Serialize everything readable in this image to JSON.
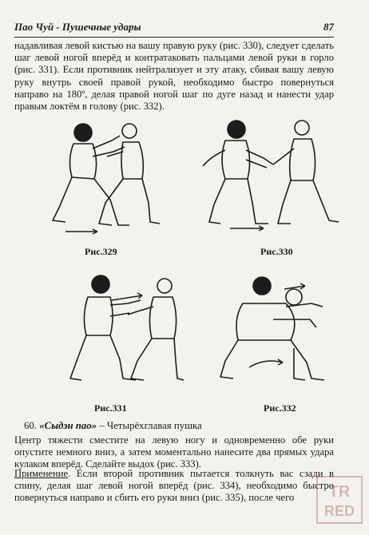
{
  "header": {
    "running_title": "Пао Чуй - Пушечные удары",
    "page_number": "87"
  },
  "paragraph1": "надавливая левой кистью на вашу правую руку (рис. 330), следует сделать шаг левой ногой вперёд и контратаковать пальцами левой руки в горло (рис. 331). Если противник нейтрализует и эту атаку, сбивая вашу левую руку внутрь своей правой рукой, необходимо быстро повернуться направо на 180º, делая правой ногой шаг по дуге назад и нанести удар правым локтём в голову (рис. 332).",
  "figures": [
    {
      "caption": "Рис.329"
    },
    {
      "caption": "Рис.330"
    },
    {
      "caption": "Рис.331"
    },
    {
      "caption": "Рис.332"
    }
  ],
  "section": {
    "number": "60.",
    "name": "«Сыдэн пао»",
    "dash_desc": " – Четырёхглавая пушка"
  },
  "paragraph2": "Центр тяжести сместите на левую ногу и одновременно обе руки опустите немного вниз, а затем моментально нанесите два прямых удара кулаком вперёд. Сделайте выдох (рис. 333).",
  "application": {
    "label": "Применение",
    "text": ". Если второй противник пытается толкнуть вас сзади в спину, делая шаг левой ногой вперёд (рис. 334), необходимо быстро повернуться направо и сбить его руки вниз (рис. 335), после чего"
  },
  "watermark": {
    "line1": "TR",
    "line2": "RED"
  }
}
